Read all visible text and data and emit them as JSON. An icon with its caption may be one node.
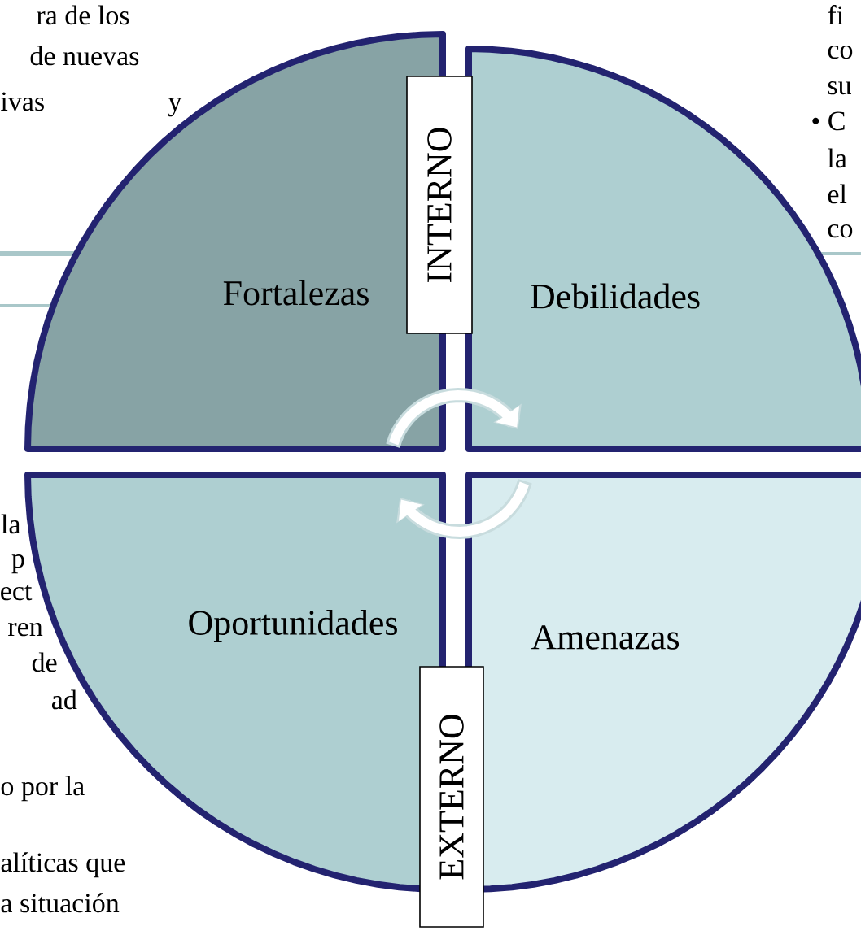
{
  "diagram": {
    "nodes": [
      {
        "text": [
          "Fortalezas"
        ]
      },
      {
        "text": [
          "Debilidades"
        ]
      },
      {
        "text": [
          "Oportunidades"
        ]
      },
      {
        "text": [
          "Amenazas"
        ]
      },
      {
        "text": [
          "INTERNO"
        ]
      },
      {
        "text": [
          "EXTERNO"
        ]
      }
    ],
    "labels": [
      "ra de los",
      "de nuevas",
      "ivas",
      "y",
      "fi",
      "co",
      "su",
      "• C",
      "la",
      "el",
      "co",
      "la",
      "p",
      "ect",
      "ren",
      "de",
      "ad",
      "o por la",
      "alíticas que",
      "a situación"
    ]
  }
}
